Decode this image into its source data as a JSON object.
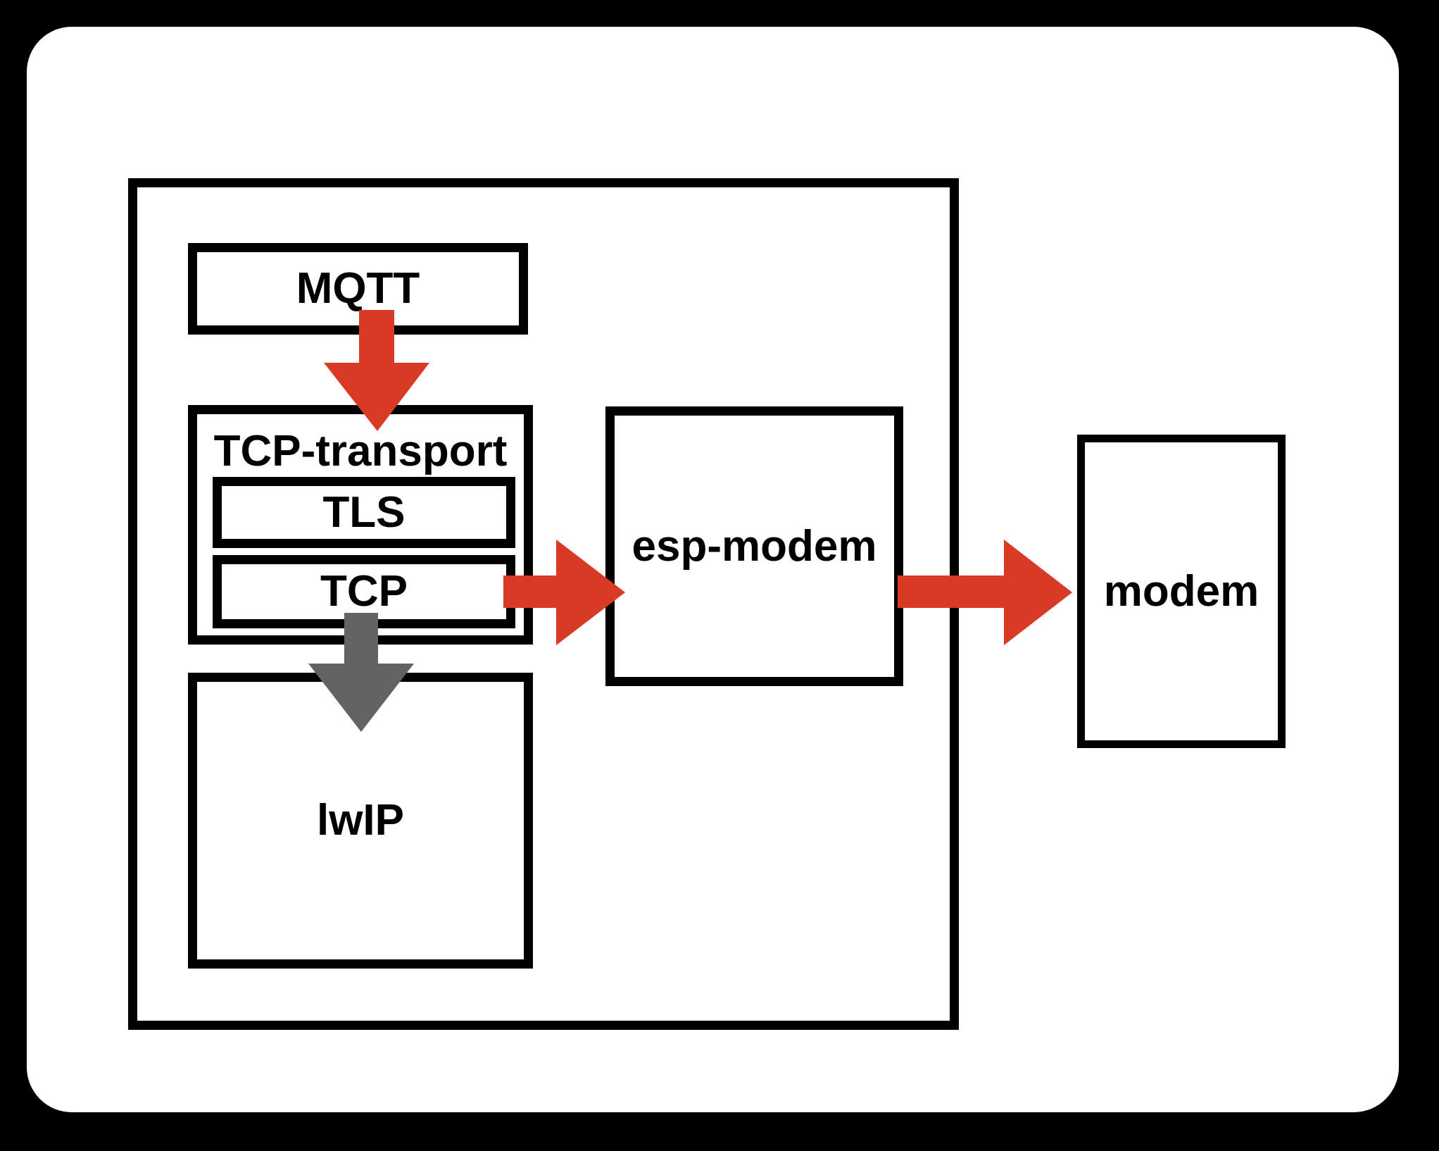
{
  "diagram": {
    "nodes": {
      "mqtt": {
        "label": "MQTT"
      },
      "tcp_transport": {
        "label": "TCP-transport"
      },
      "tls": {
        "label": "TLS"
      },
      "tcp": {
        "label": "TCP"
      },
      "lwip": {
        "label": "lwIP"
      },
      "esp_modem": {
        "label": "esp-modem"
      },
      "modem": {
        "label": "modem"
      }
    },
    "arrows": [
      {
        "name": "mqtt-to-tcp-transport",
        "direction": "down",
        "color": "red"
      },
      {
        "name": "tcp-to-lwip",
        "direction": "down",
        "color": "gray"
      },
      {
        "name": "tcp-to-esp-modem",
        "direction": "right",
        "color": "red"
      },
      {
        "name": "esp-modem-to-modem",
        "direction": "right",
        "color": "red"
      }
    ],
    "colors": {
      "arrow_red": "#D93A26",
      "arrow_gray": "#636363",
      "line_black": "#000000",
      "background": "#000000",
      "card_white": "#FFFFFF"
    }
  }
}
